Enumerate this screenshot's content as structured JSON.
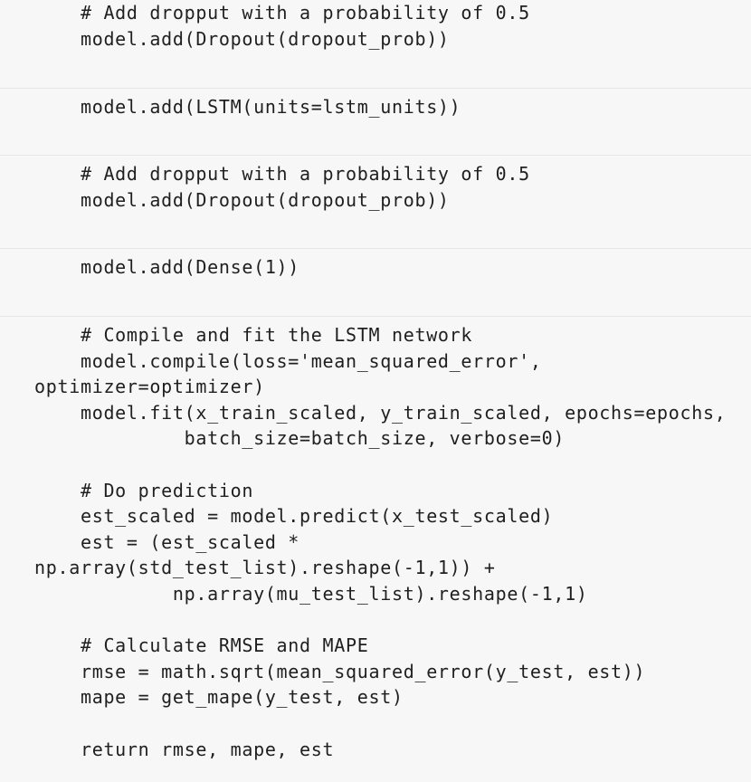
{
  "code_blocks": [
    "    # Add dropput with a probability of 0.5\n    model.add(Dropout(dropout_prob))",
    "    model.add(LSTM(units=lstm_units))",
    "    # Add dropput with a probability of 0.5\n    model.add(Dropout(dropout_prob))",
    "    model.add(Dense(1))",
    "    # Compile and fit the LSTM network\n    model.compile(loss='mean_squared_error',\noptimizer=optimizer)\n    model.fit(x_train_scaled, y_train_scaled, epochs=epochs,\n             batch_size=batch_size, verbose=0)\n\n    # Do prediction\n    est_scaled = model.predict(x_test_scaled)\n    est = (est_scaled *\nnp.array(std_test_list).reshape(-1,1)) +\n            np.array(mu_test_list).reshape(-1,1)\n\n    # Calculate RMSE and MAPE\n    rmse = math.sqrt(mean_squared_error(y_test, est))\n    mape = get_mape(y_test, est)\n\n    return rmse, mape, est"
  ]
}
